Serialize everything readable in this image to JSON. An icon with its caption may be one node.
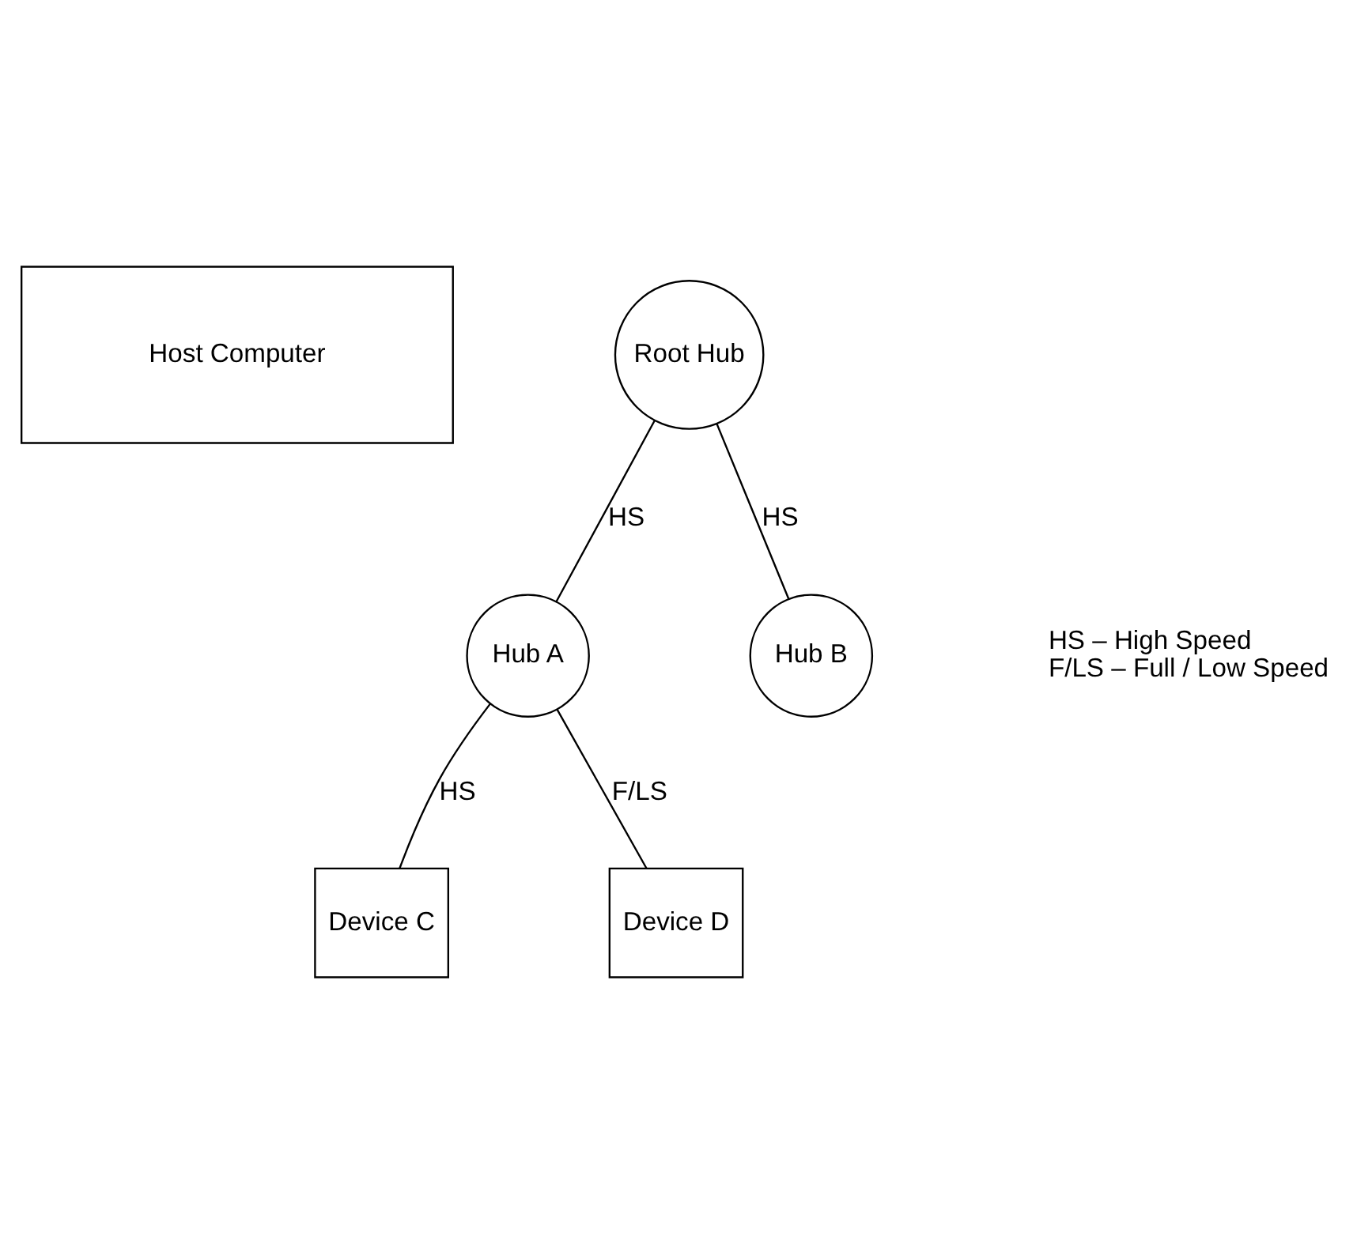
{
  "diagram": {
    "nodes": [
      {
        "text": [
          "Host Computer"
        ]
      },
      {
        "text": [
          "Root Hub"
        ]
      },
      {
        "text": [
          "Hub A"
        ]
      },
      {
        "text": [
          "Hub B"
        ]
      },
      {
        "text": [
          "Device C"
        ]
      },
      {
        "text": [
          "Device D"
        ]
      }
    ],
    "edges": [
      {
        "from": 1,
        "to": 2,
        "arrow": "none",
        "label": "HS"
      },
      {
        "from": 1,
        "to": 3,
        "arrow": "none",
        "label": "HS"
      },
      {
        "from": 2,
        "to": 4,
        "arrow": "none",
        "label": "HS"
      },
      {
        "from": 2,
        "to": 5,
        "arrow": "none",
        "label": "F/LS"
      }
    ],
    "labels": [
      "HS – High Speed",
      "F/LS – Full / Low Speed"
    ]
  }
}
